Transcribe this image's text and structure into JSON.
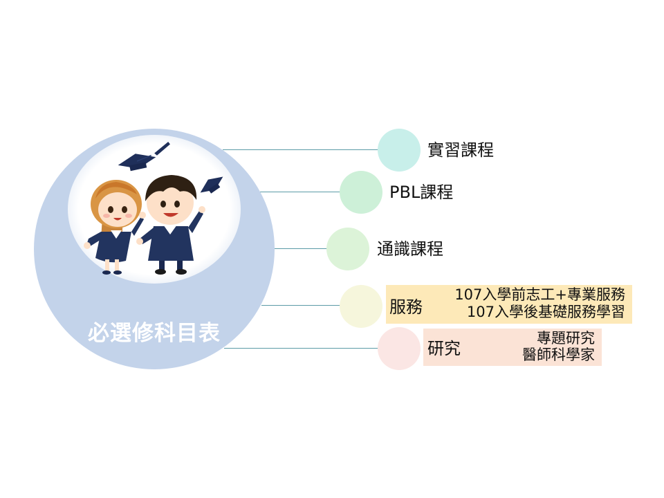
{
  "title": "必選修科目表",
  "colors": {
    "main_circle": "#c3d3ea",
    "connector": "#5a9aa6",
    "bubble_internship": "#c8efea",
    "bubble_pbl": "#cdf0d8",
    "bubble_general": "#dcf3d8",
    "bubble_service": "#f6f6dc",
    "bubble_research": "#fbe6e4",
    "box_service": "#fde9b8",
    "box_research": "#fbe3d6"
  },
  "illustration": {
    "icons": [
      "graduation-cap-icon",
      "girl-graduate-icon",
      "boy-graduate-icon"
    ]
  },
  "items": {
    "internship": {
      "label": "實習課程"
    },
    "pbl": {
      "label": "PBL課程"
    },
    "general": {
      "label": "通識課程"
    },
    "service": {
      "label": "服務",
      "details": [
        "107入學前志工+專業服務",
        "107入學後基礎服務學習"
      ]
    },
    "research": {
      "label": "研究",
      "details": [
        "專題研究",
        "醫師科學家"
      ]
    }
  }
}
